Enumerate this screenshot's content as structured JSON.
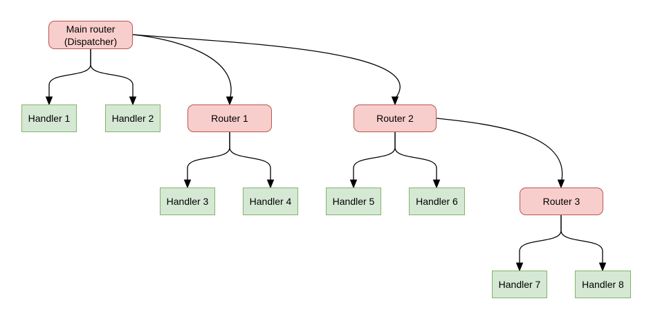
{
  "diagram": {
    "type": "flow-tree",
    "background": "#ffffff",
    "colors": {
      "router_fill": "#f8cecc",
      "router_border": "#b85450",
      "handler_fill": "#d5e8d4",
      "handler_border": "#82b366",
      "edge": "#000000",
      "text": "#000000"
    },
    "nodes": {
      "main_router": {
        "type": "router",
        "line1": "Main router",
        "line2": "(Dispatcher)"
      },
      "handler_1": {
        "type": "handler",
        "label": "Handler 1"
      },
      "handler_2": {
        "type": "handler",
        "label": "Handler 2"
      },
      "router_1": {
        "type": "router",
        "label": "Router 1"
      },
      "router_2": {
        "type": "router",
        "label": "Router 2"
      },
      "handler_3": {
        "type": "handler",
        "label": "Handler 3"
      },
      "handler_4": {
        "type": "handler",
        "label": "Handler 4"
      },
      "handler_5": {
        "type": "handler",
        "label": "Handler 5"
      },
      "handler_6": {
        "type": "handler",
        "label": "Handler 6"
      },
      "router_3": {
        "type": "router",
        "label": "Router 3"
      },
      "handler_7": {
        "type": "handler",
        "label": "Handler 7"
      },
      "handler_8": {
        "type": "handler",
        "label": "Handler 8"
      }
    },
    "edges": [
      {
        "from": "Main router (Dispatcher)",
        "to": "Handler 1"
      },
      {
        "from": "Main router (Dispatcher)",
        "to": "Handler 2"
      },
      {
        "from": "Main router (Dispatcher)",
        "to": "Router 1"
      },
      {
        "from": "Main router (Dispatcher)",
        "to": "Router 2"
      },
      {
        "from": "Router 1",
        "to": "Handler 3"
      },
      {
        "from": "Router 1",
        "to": "Handler 4"
      },
      {
        "from": "Router 2",
        "to": "Handler 5"
      },
      {
        "from": "Router 2",
        "to": "Handler 6"
      },
      {
        "from": "Router 2",
        "to": "Router 3"
      },
      {
        "from": "Router 3",
        "to": "Handler 7"
      },
      {
        "from": "Router 3",
        "to": "Handler 8"
      }
    ]
  }
}
